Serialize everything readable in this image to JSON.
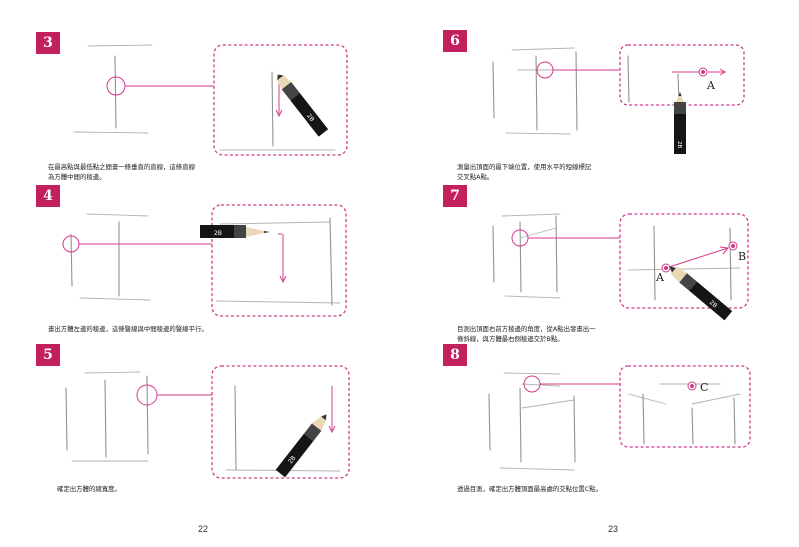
{
  "steps": [
    {
      "num": "3",
      "caption_line1": "在最高點與最低點之間畫一條垂直的直線，這條直線",
      "caption_line2": "為方體中間的稜邊。"
    },
    {
      "num": "4",
      "caption_line1": "畫出方體左邊的稜邊，這條豎線與中間稜邊的豎線平行。",
      "caption_line2": ""
    },
    {
      "num": "5",
      "caption_line1": "確定出方體的總寬度。",
      "caption_line2": ""
    },
    {
      "num": "6",
      "caption_line1": "測量出頂面的最下端位置，使用水平的短線標記",
      "caption_line2": "交叉點A點。"
    },
    {
      "num": "7",
      "caption_line1": "目測出頂面右前方稜邊的角度，從A點出發畫出一",
      "caption_line2": "條斜線，與方體最右側稜邊交於B點。"
    },
    {
      "num": "8",
      "caption_line1": "透過目測，確定出方體頂面最高處的交點位置C點。",
      "caption_line2": ""
    }
  ],
  "pencil_label": "2B",
  "point_labels": {
    "a": "A",
    "b": "B",
    "c": "C"
  },
  "pages": {
    "left": "22",
    "right": "23"
  },
  "colors": {
    "accent": "#c3205f",
    "dashed": "#d43a8a"
  }
}
